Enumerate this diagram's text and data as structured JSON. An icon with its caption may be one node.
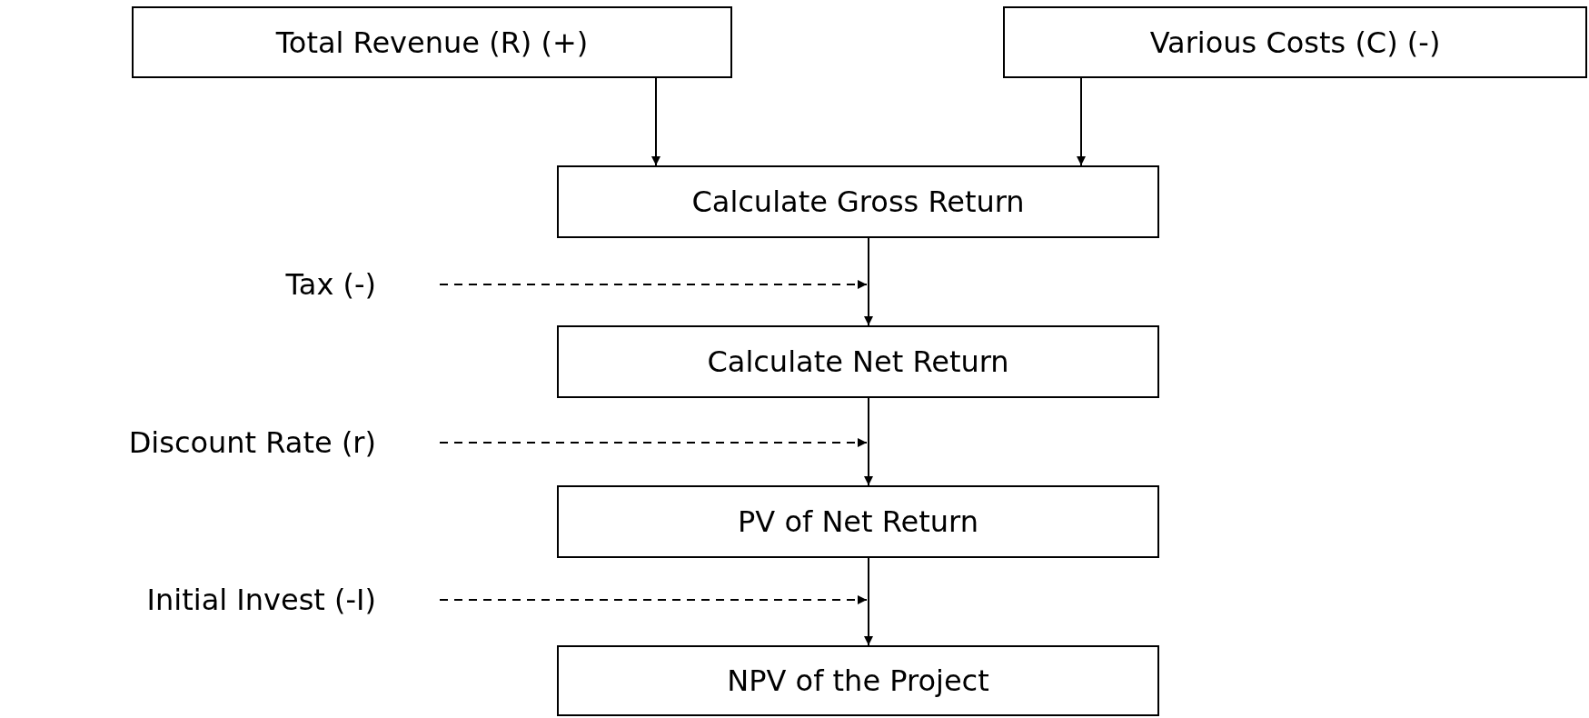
{
  "diagram": {
    "nodes": [
      {
        "text": [
          "Total Revenue (R) (+)"
        ]
      },
      {
        "text": [
          "Various Costs (C) (-)"
        ]
      },
      {
        "text": [
          "Calculate Gross Return"
        ]
      },
      {
        "text": [
          "Tax (-)"
        ]
      },
      {
        "text": [
          "Calculate Net Return"
        ]
      },
      {
        "text": [
          "Discount Rate (r)"
        ]
      },
      {
        "text": [
          "PV of Net Return"
        ]
      },
      {
        "text": [
          "Initial Invest (-I)"
        ]
      },
      {
        "text": [
          "NPV of the Project"
        ]
      }
    ],
    "edges": [
      {
        "from": 0,
        "to": 2,
        "arrow": "to"
      },
      {
        "from": 1,
        "to": 2,
        "arrow": "to"
      },
      {
        "from": 2,
        "to": 4,
        "arrow": "to"
      },
      {
        "from": 3,
        "to": null,
        "arrow": "to",
        "style": "dashed"
      },
      {
        "from": 4,
        "to": 6,
        "arrow": "to"
      },
      {
        "from": 5,
        "to": null,
        "arrow": "to",
        "style": "dashed"
      },
      {
        "from": 6,
        "to": 8,
        "arrow": "to"
      },
      {
        "from": 7,
        "to": null,
        "arrow": "to",
        "style": "dashed"
      }
    ]
  }
}
